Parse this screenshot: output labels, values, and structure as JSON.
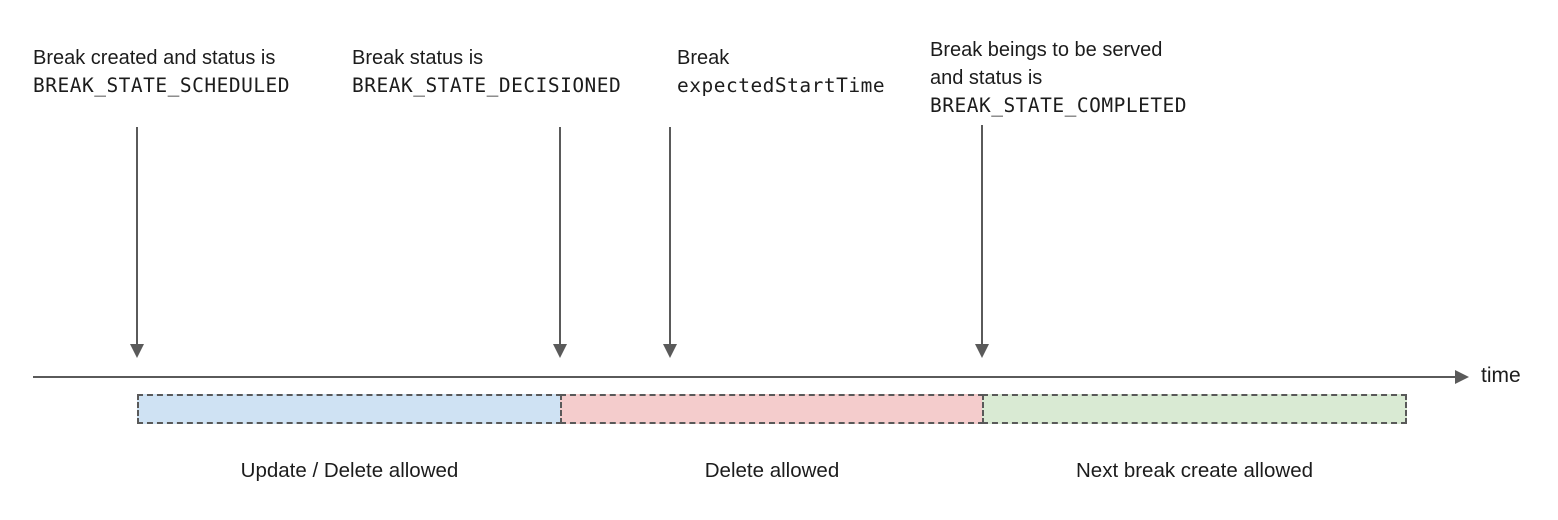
{
  "diagram": {
    "title_hint": "Break lifecycle timeline",
    "annotations": [
      {
        "text": "Break created and status is",
        "code": "BREAK_STATE_SCHEDULED"
      },
      {
        "text": "Break status is",
        "code": "BREAK_STATE_DECISIONED"
      },
      {
        "text": "Break",
        "code": "expectedStartTime"
      },
      {
        "text": "Break beings to be served",
        "text2": "and status is",
        "code": "BREAK_STATE_COMPLETED"
      }
    ],
    "axis": {
      "label": "time"
    },
    "segments": [
      {
        "label": "Update / Delete allowed",
        "fill": "#cfe2f3"
      },
      {
        "label": "Delete allowed",
        "fill": "#f4cccc"
      },
      {
        "label": "Next break create allowed",
        "fill": "#d9ead3"
      }
    ],
    "colors": {
      "line": "#5a5a5a",
      "segment_border": "#595959",
      "text": "#1c1c1c",
      "background": "#ffffff"
    },
    "icons": {
      "marker": "down-arrow-icon",
      "axis_end": "right-arrow-icon"
    }
  }
}
